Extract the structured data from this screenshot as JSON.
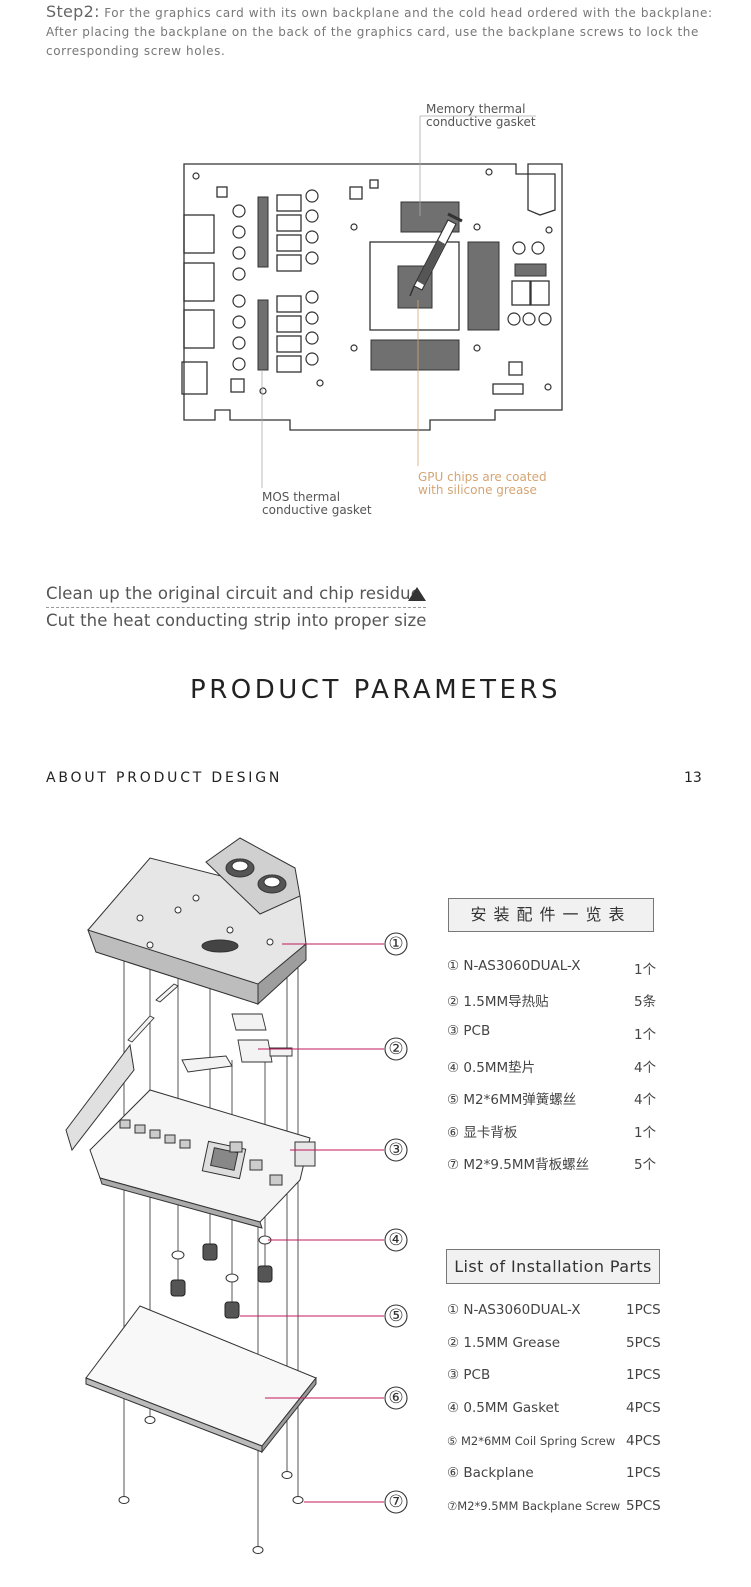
{
  "step2": {
    "head": "Step2:",
    "line1": "For the graphics card with its own backplane and the cold head ordered with the backplane:",
    "line2": "After placing the backplane on the back of the graphics card, use the backplane screws to lock the",
    "line3": "corresponding screw holes."
  },
  "diagram1": {
    "memory_label": [
      "Memory thermal",
      "conductive gasket"
    ],
    "mos_label": [
      "MOS thermal",
      "conductive gasket"
    ],
    "gpu_label": [
      "GPU chips are coated",
      "with silicone grease"
    ],
    "colors": {
      "line": "#333333",
      "pad": "#707070",
      "gold": "#d4a574"
    }
  },
  "notes": {
    "clean": "Clean up the original circuit and chip residue",
    "cut": "Cut the heat conducting strip into proper size"
  },
  "section_title": "PRODUCT PARAMETERS",
  "about_title": "ABOUT PRODUCT DESIGN",
  "page_number": "13",
  "exploded": {
    "callouts": [
      "①",
      "②",
      "③",
      "④",
      "⑤",
      "⑥",
      "⑦"
    ],
    "leader_color": "#c2185b"
  },
  "parts_cn": {
    "title": "安装配件一览表",
    "rows": [
      {
        "name": "① N-AS3060DUAL-X",
        "qty": "1个"
      },
      {
        "name": "② 1.5MM导热贴",
        "qty": "5条"
      },
      {
        "name": "③ PCB",
        "qty": "1个"
      },
      {
        "name": "④ 0.5MM垫片",
        "qty": "4个"
      },
      {
        "name": "⑤ M2*6MM弹簧螺丝",
        "qty": "4个"
      },
      {
        "name": "⑥ 显卡背板",
        "qty": "1个"
      },
      {
        "name": "⑦ M2*9.5MM背板螺丝",
        "qty": "5个"
      }
    ]
  },
  "parts_en": {
    "title": "List of Installation Parts",
    "rows": [
      {
        "name": "① N-AS3060DUAL-X",
        "qty": "1PCS"
      },
      {
        "name": "② 1.5MM Grease",
        "qty": "5PCS"
      },
      {
        "name": "③ PCB",
        "qty": "1PCS"
      },
      {
        "name": "④ 0.5MM Gasket",
        "qty": "4PCS"
      },
      {
        "name": "⑤ M2*6MM Coil Spring Screw",
        "qty": "4PCS"
      },
      {
        "name": "⑥ Backplane",
        "qty": "1PCS"
      },
      {
        "name": "⑦M2*9.5MM Backplane Screw",
        "qty": "5PCS"
      }
    ]
  }
}
